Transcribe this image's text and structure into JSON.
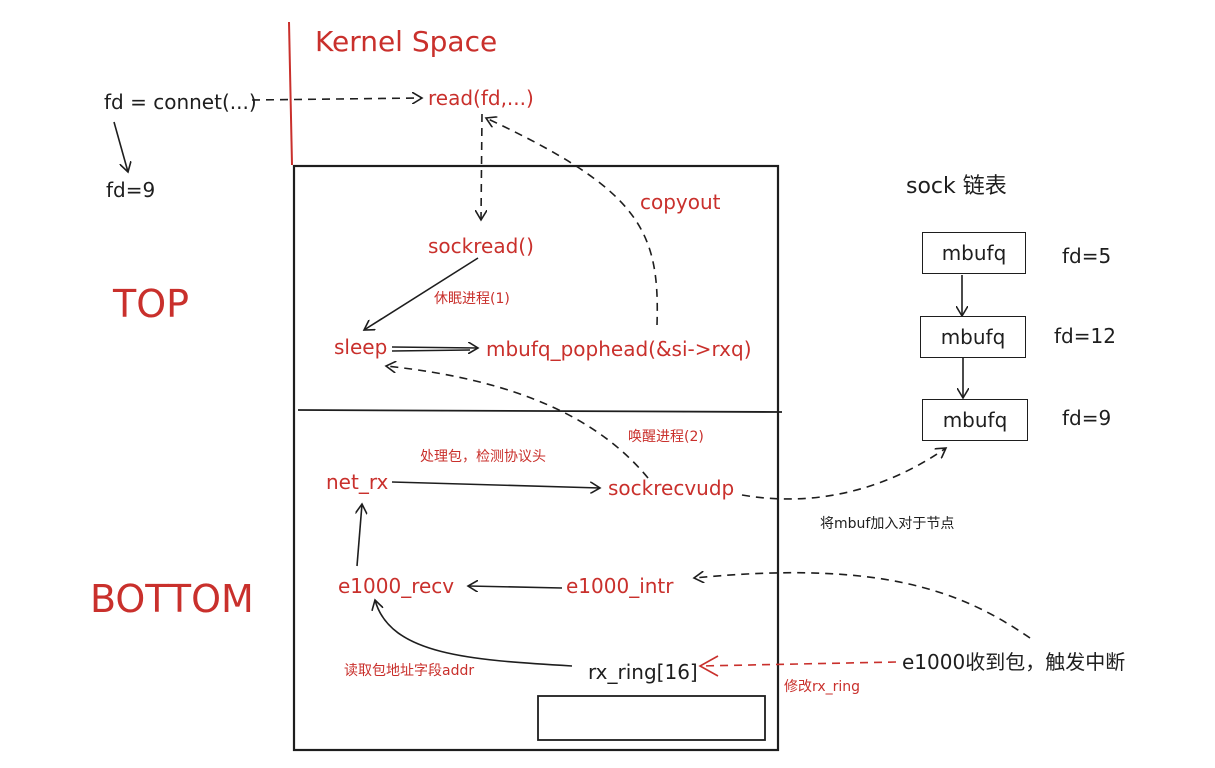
{
  "colors": {
    "red": "#c9302c",
    "ink": "#1e1e1e"
  },
  "labels": {
    "kernel_space": "Kernel Space",
    "top": "TOP",
    "bottom": "BOTTOM",
    "fd_connet": "fd = connet(...)",
    "fd9_user": "fd=9",
    "read": "read(fd,...)",
    "copyout": "copyout",
    "sockread": "sockread()",
    "sleep_proc": "休眠进程(1)",
    "sleep": "sleep",
    "pophead": "mbufq_pophead(&si->rxq)",
    "wake_proc": "唤醒进程(2)",
    "handle_pkt": "处理包，检测协议头",
    "net_rx": "net_rx",
    "sockrecvudp": "sockrecvudp",
    "add_mbuf": "将mbuf加入对于节点",
    "e1000_recv": "e1000_recv",
    "e1000_intr": "e1000_intr",
    "read_addr": "读取包地址字段addr",
    "rx_ring": "rx_ring[16]",
    "modify_ring": "修改rx_ring",
    "e1000_got": "e1000收到包，触发中断"
  },
  "sock_list": {
    "title": "sock 链表",
    "nodes": [
      {
        "label": "mbufq",
        "fd": "fd=5"
      },
      {
        "label": "mbufq",
        "fd": "fd=12"
      },
      {
        "label": "mbufq",
        "fd": "fd=9"
      }
    ]
  }
}
